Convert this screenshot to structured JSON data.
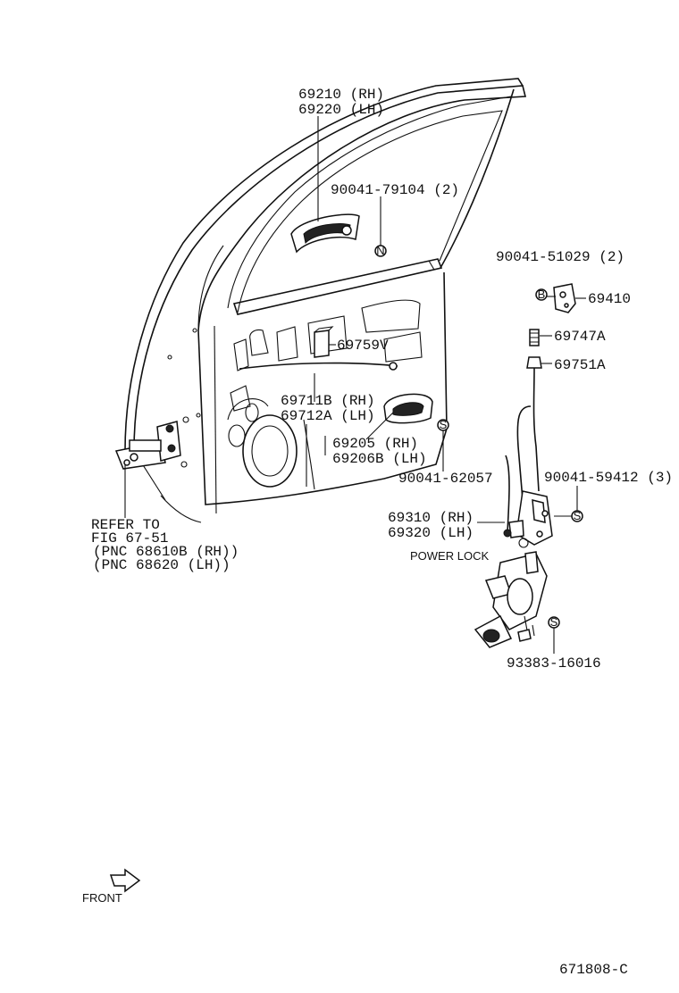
{
  "labels": {
    "p69210": "69210 (RH)",
    "p69220": "69220 (LH)",
    "p90041_79104": "90041-79104 (2)",
    "p90041_51029": "90041-51029 (2)",
    "p69410": "69410",
    "p69747A": "69747A",
    "p69751A": "69751A",
    "p69759V": "69759V",
    "p69711B": "69711B (RH)",
    "p69712A": "69712A (LH)",
    "p69205": "69205  (RH)",
    "p69206B": "69206B (LH)",
    "p90041_62057": "90041-62057",
    "p90041_59412": "90041-59412 (3)",
    "p69310": "69310 (RH)",
    "p69320": "69320 (LH)",
    "power_lock": "POWER LOCK",
    "p93383": "93383-16016",
    "refer_1": "REFER TO",
    "refer_2": "FIG 67-51",
    "refer_3": "(PNC 68610B (RH))",
    "refer_4": "(PNC 68620  (LH))",
    "front": "FRONT",
    "diagram_id": "671808-C"
  },
  "markers": {
    "n": "N",
    "s": "S",
    "b": "B"
  },
  "colors": {
    "ink": "#111111",
    "background": "#ffffff"
  }
}
